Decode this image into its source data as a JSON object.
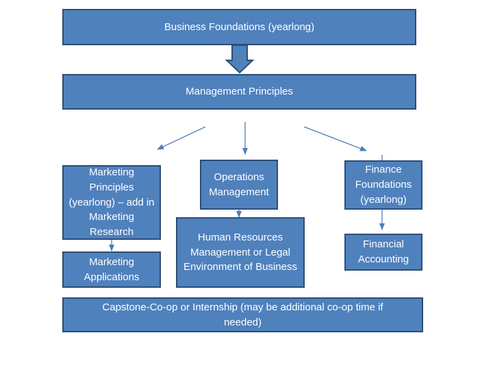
{
  "nodes": {
    "business_foundations": "Business Foundations (yearlong)",
    "management_principles": "Management Principles",
    "marketing_principles": "Marketing Principles (yearlong) – add in Marketing Research",
    "operations_management": "Operations Management",
    "finance_foundations": "Finance Foundations (yearlong)",
    "marketing_applications": "Marketing Applications",
    "human_resources": "Human Resources Management or Legal Environment of Business",
    "financial_accounting": "Financial Accounting",
    "capstone": "Capstone-Co-op or Internship (may be additional co-op time if needed)"
  },
  "colors": {
    "box_fill": "#4f81bd",
    "box_border": "#2c4d75",
    "box_text": "#ffffff",
    "connector": "#4a7ebb"
  }
}
